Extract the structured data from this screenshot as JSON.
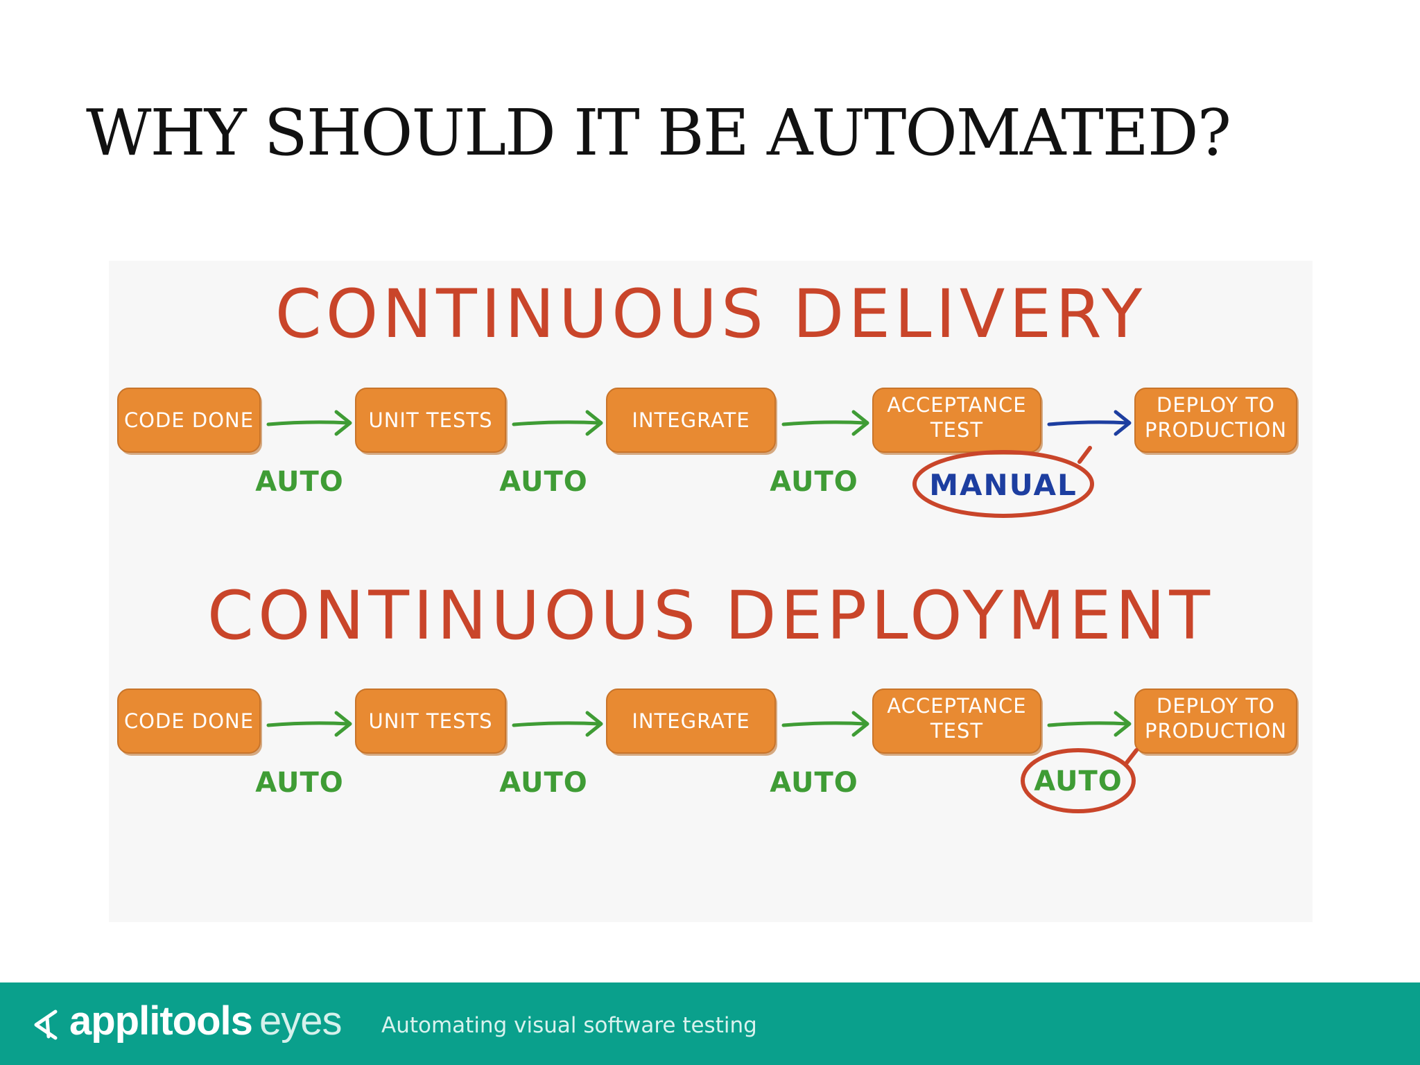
{
  "slide": {
    "title": "WHY SHOULD IT BE AUTOMATED?"
  },
  "diagram": {
    "colors": {
      "box_fill": "#e88a32",
      "heading": "#c9452a",
      "auto_arrow": "#3f9c35",
      "manual_arrow": "#1d3ea0",
      "highlight_circle": "#c9452a"
    },
    "pipelines": [
      {
        "heading": "CONTINUOUS DELIVERY",
        "steps": [
          [
            "CODE DONE"
          ],
          [
            "UNIT TESTS"
          ],
          [
            "INTEGRATE"
          ],
          [
            "ACCEPTANCE",
            "TEST"
          ],
          [
            "DEPLOY TO",
            "PRODUCTION"
          ]
        ],
        "transitions": [
          {
            "label": "AUTO",
            "kind": "auto"
          },
          {
            "label": "AUTO",
            "kind": "auto"
          },
          {
            "label": "AUTO",
            "kind": "auto"
          },
          {
            "label": "MANUAL",
            "kind": "manual"
          }
        ]
      },
      {
        "heading": "CONTINUOUS DEPLOYMENT",
        "steps": [
          [
            "CODE DONE"
          ],
          [
            "UNIT TESTS"
          ],
          [
            "INTEGRATE"
          ],
          [
            "ACCEPTANCE",
            "TEST"
          ],
          [
            "DEPLOY TO",
            "PRODUCTION"
          ]
        ],
        "transitions": [
          {
            "label": "AUTO",
            "kind": "auto"
          },
          {
            "label": "AUTO",
            "kind": "auto"
          },
          {
            "label": "AUTO",
            "kind": "auto"
          },
          {
            "label": "AUTO",
            "kind": "auto-highlight"
          }
        ]
      }
    ]
  },
  "footer": {
    "logo_icon": "applitools-logo-icon",
    "brand_strong": "applitools",
    "brand_light": "eyes",
    "tagline": "Automating visual software testing",
    "background": "#0aa08c"
  }
}
